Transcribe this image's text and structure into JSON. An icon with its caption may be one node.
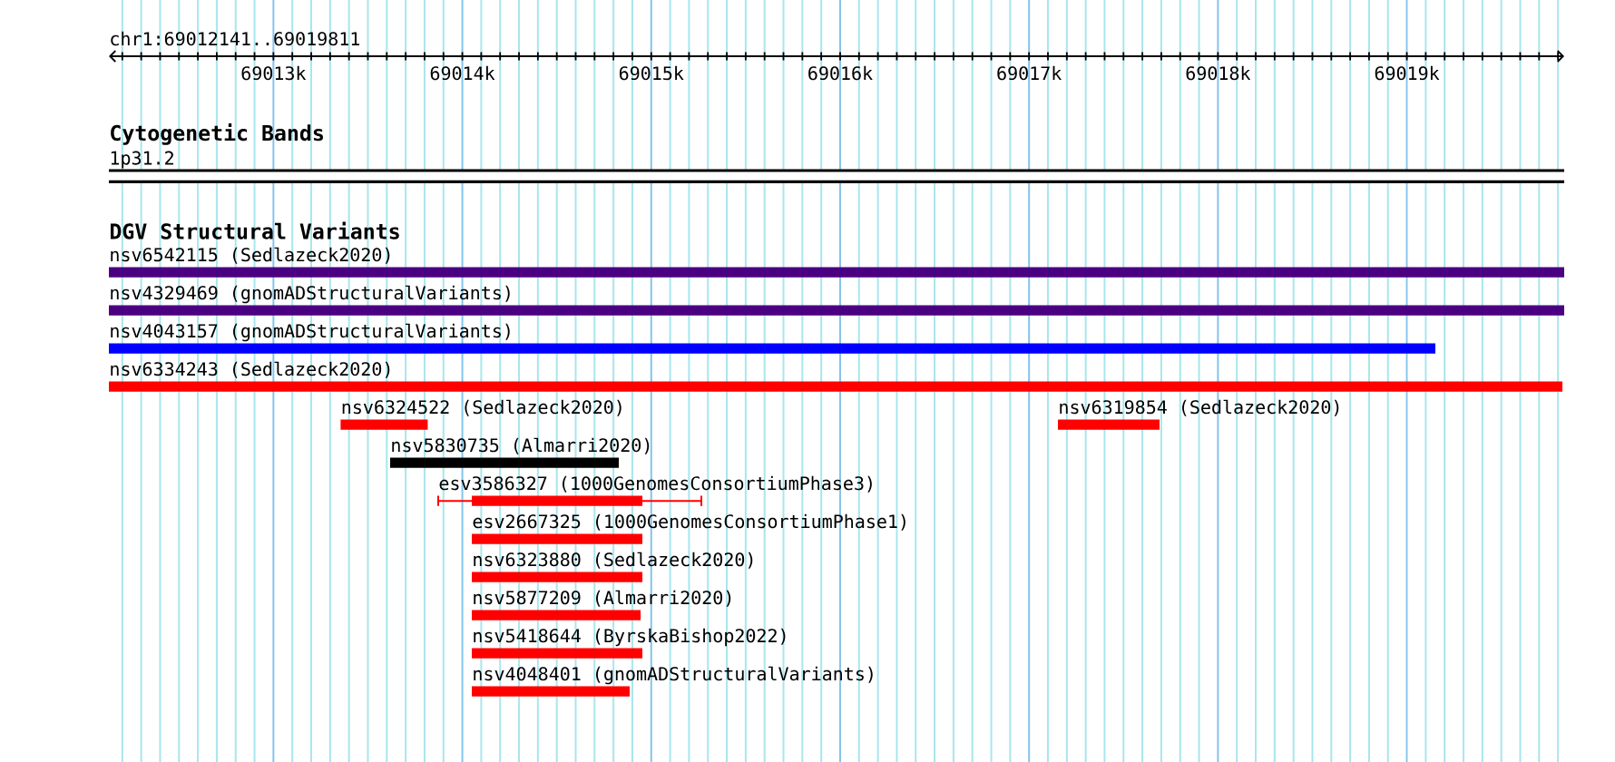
{
  "diagram": {
    "nodes": [
      {
        "text": [
          "1p31.2"
        ]
      },
      {
        "text": [
          "nsv6542115 (Sedlazeck2020)"
        ]
      },
      {
        "text": [
          "nsv4329469 (gnomADStructuralVariants)"
        ]
      },
      {
        "text": [
          "nsv4043157 (gnomADStructuralVariants)"
        ]
      },
      {
        "text": [
          "nsv6334243 (Sedlazeck2020)"
        ]
      },
      {
        "text": [
          "nsv6324522 (Sedlazeck2020)"
        ]
      },
      {
        "text": [
          "nsv6319854 (Sedlazeck2020)"
        ]
      },
      {
        "text": [
          "nsv5830735 (Almarri2020)"
        ]
      },
      {
        "text": [
          "esv3586327 (1000GenomesConsortiumPhase3)"
        ]
      },
      {
        "text": [
          "esv2667325 (1000GenomesConsortiumPhase1)"
        ]
      },
      {
        "text": [
          "nsv6323880 (Sedlazeck2020)"
        ]
      },
      {
        "text": [
          "nsv5877209 (Almarri2020)"
        ]
      },
      {
        "text": [
          "nsv5418644 (ByrskaBishop2022)"
        ]
      },
      {
        "text": [
          "nsv4048401 (gnomADStructuralVariants)"
        ]
      }
    ],
    "labels": [
      "chr1:69012141..69019811",
      "69013k",
      "69014k",
      "69015k",
      "69016k",
      "69017k",
      "69018k",
      "69019k",
      "Cytogenetic Bands",
      "DGV Structural Variants"
    ]
  }
}
